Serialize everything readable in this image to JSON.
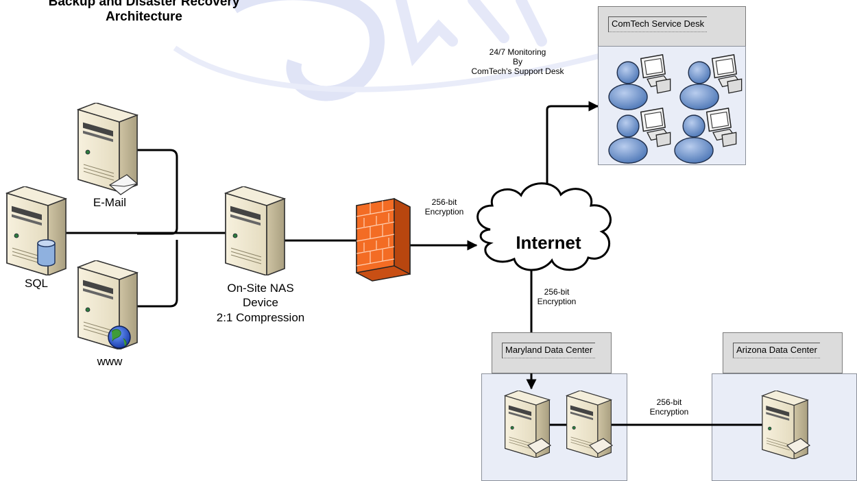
{
  "title": {
    "line1": "Backup and Disaster Recovery",
    "line2": "Architecture"
  },
  "servers": {
    "email": "E-Mail",
    "sql": "SQL",
    "www": "www",
    "nas": {
      "line1": "On-Site NAS",
      "line2": "Device",
      "line3": "2:1 Compression"
    }
  },
  "internet": "Internet",
  "encryption": {
    "line1": "256-bit",
    "line2": "Encryption"
  },
  "monitoring": {
    "line1": "24/7 Monitoring",
    "line2": "By",
    "line3": "ComTech's Support Desk"
  },
  "service_desk": {
    "title": "ComTech Service Desk"
  },
  "data_centers": {
    "maryland": "Maryland Data Center",
    "arizona": "Arizona Data Center"
  },
  "colors": {
    "server_body": "#ece3c9",
    "server_side": "#bdb394",
    "firewall": "#f36c24",
    "person": "#5f87c2",
    "watermark": "#c7cef0",
    "box_fill": "#e9edf7",
    "header_fill": "#dcdcdc"
  }
}
